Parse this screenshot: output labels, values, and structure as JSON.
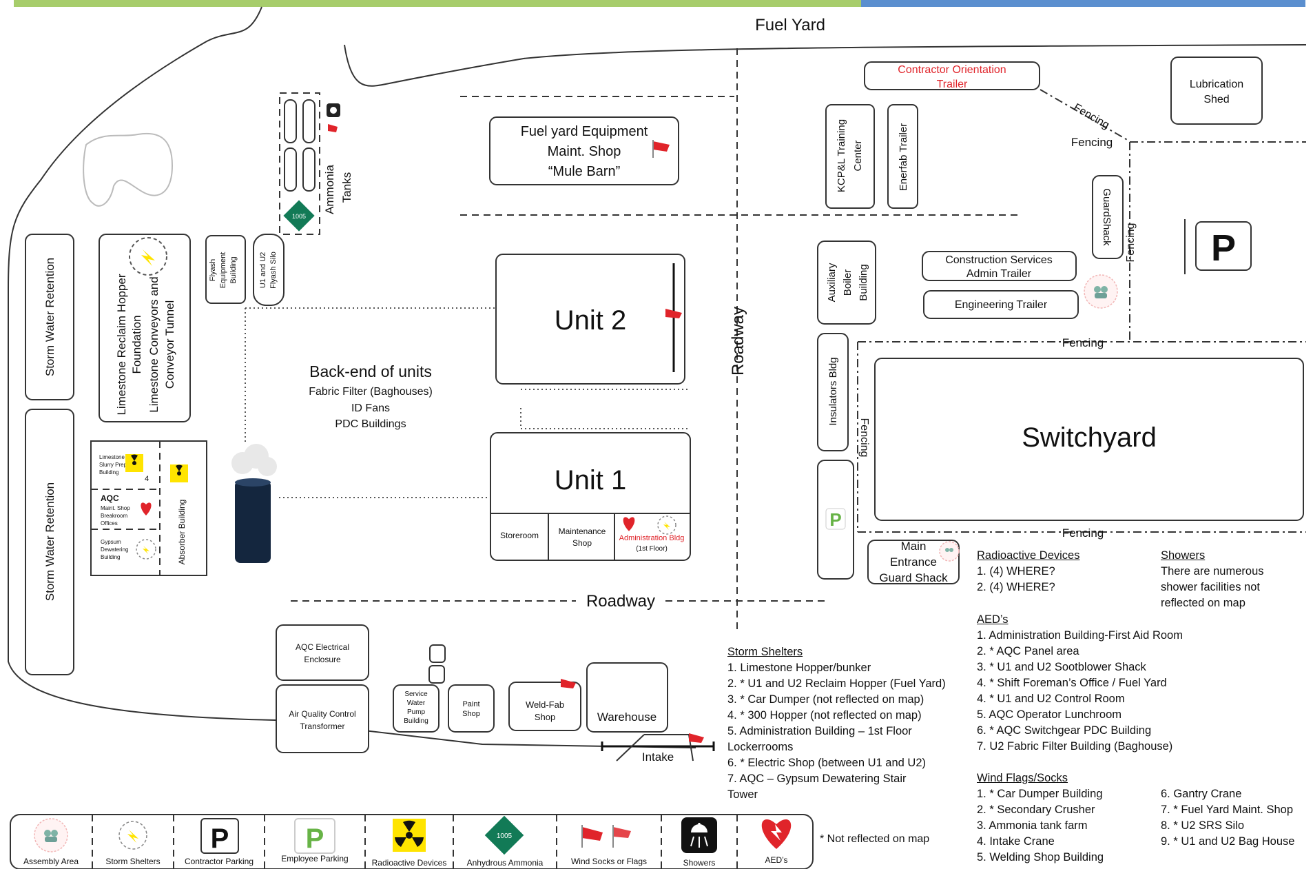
{
  "colors": {
    "top_bar_green": "#a7cd6b",
    "top_bar_blue": "#5b8fcf",
    "red_text": "#e0242a",
    "silo_dark": "#14263e",
    "radioactive_yellow": "#ffe400",
    "ammonia_green": "#127a56",
    "aed_red": "#e0242a"
  },
  "map": {
    "fuel_yard": "Fuel Yard",
    "contractor_trailer": [
      "Contractor Orientation",
      "Trailer"
    ],
    "lubrication_shed": [
      "Lubrication",
      "Shed"
    ],
    "fencing": "Fencing",
    "fuel_yard_shop": [
      "Fuel yard Equipment",
      "Maint. Shop",
      "“Mule Barn”"
    ],
    "ammonia_tanks": [
      "Ammonia",
      "Tanks"
    ],
    "kcpl_training": [
      "KCP&L Training",
      "Center"
    ],
    "enerfab": "Enerfab Trailer",
    "guard_shack": "GuardShack",
    "storm_water_1": "Storm Water Retention",
    "storm_water_2": "Storm Water Retention",
    "limestone_reclaim": [
      "Limestone Reclaim Hopper",
      "Foundation",
      "Limestone Conveyors and",
      "Conveyor Tunnel"
    ],
    "flyash_equipment": [
      "Flyash",
      "Equipment",
      "Building"
    ],
    "flyash_silo": [
      "U1 and U2",
      "Flyash Silo"
    ],
    "unit2": "Unit 2",
    "unit1": "Unit 1",
    "roadway_v": "Roadway",
    "roadway_h": "Roadway",
    "aux_boiler": [
      "Auxiliary",
      "Boiler",
      "Building"
    ],
    "construction_services": [
      "Construction Services",
      "Admin Trailer"
    ],
    "engineering_trailer": "Engineering Trailer",
    "insulators": "Insulators Bldg",
    "switchyard": "Switchyard",
    "backend": [
      "Back-end of units",
      "Fabric Filter (Baghouses)",
      "ID Fans",
      "PDC Buildings"
    ],
    "limestone_slurry": [
      "Limestone",
      "Slurry Prep",
      "Building"
    ],
    "aqc": "AQC",
    "aqc_sub": [
      "Maint. Shop",
      "Breakroom",
      "Offices"
    ],
    "gypsum": [
      "Gypsum",
      "Dewatering",
      "Building"
    ],
    "absorber": "Absorber Building",
    "storeroom": "Storeroom",
    "maintenance_shop": [
      "Maintenance",
      "Shop"
    ],
    "admin_bldg": "Administration Bldg",
    "admin_floor": "(1st Floor)",
    "main_entrance": [
      "Main",
      "Entrance",
      "Guard Shack"
    ],
    "aqc_electrical": [
      "AQC Electrical",
      "Enclosure"
    ],
    "aqc_transformer": [
      "Air Quality Control",
      "Transformer"
    ],
    "service_water": [
      "Service",
      "Water",
      "Pump",
      "Building"
    ],
    "paint_shop": [
      "Paint",
      "Shop"
    ],
    "weld_shop": [
      "Weld-Fab",
      "Shop"
    ],
    "warehouse": "Warehouse",
    "intake": "Intake",
    "num4": "4",
    "num1005": "1005",
    "parking_letter": "P"
  },
  "legend": {
    "assembly": "Assembly Area",
    "storm": "Storm Shelters",
    "contractor_parking": "Contractor Parking",
    "employee_parking": "Employee Parking",
    "radioactive": "Radioactive Devices",
    "ammonia": "Anhydrous Ammonia",
    "windsocks": "Wind Socks or Flags",
    "showers": "Showers",
    "aeds": "AED’s",
    "not_reflected": "* Not reflected on map"
  },
  "storm_shelters": {
    "title": "Storm Shelters",
    "items": [
      "1. Limestone Hopper/bunker",
      "2. * U1 and U2 Reclaim Hopper (Fuel Yard)",
      "3. * Car Dumper (not reflected on map)",
      "4. * 300 Hopper (not reflected on map)",
      "5. Administration Building – 1st Floor",
      "Lockerrooms",
      "6. * Electric Shop (between U1 and U2)",
      "7. AQC – Gypsum Dewatering Stair",
      "Tower"
    ]
  },
  "radioactive": {
    "title": "Radioactive Devices",
    "items": [
      "1. (4) WHERE?",
      "2. (4) WHERE?"
    ]
  },
  "showers": {
    "title": "Showers",
    "items": [
      "There are numerous",
      "shower facilities not",
      "reflected on map"
    ]
  },
  "aeds": {
    "title": "AED’s",
    "items": [
      "1. Administration Building-First Aid Room",
      "2. * AQC Panel area",
      "3. * U1 and U2 Sootblower Shack",
      "4. * Shift Foreman’s Office / Fuel Yard",
      "4. * U1 and U2 Control Room",
      "5.  AQC Operator Lunchroom",
      "6.  * AQC Switchgear PDC Building",
      "7. U2 Fabric Filter Building (Baghouse)"
    ]
  },
  "wind": {
    "title": "Wind Flags/Socks",
    "col1": [
      "1. * Car Dumper Building",
      "2. * Secondary Crusher",
      "3. Ammonia tank farm",
      "4. Intake Crane",
      "5. Welding Shop Building"
    ],
    "col2": [
      "6. Gantry Crane",
      "7. * Fuel Yard Maint. Shop",
      "8. * U2 SRS Silo",
      "9. * U1 and U2 Bag House"
    ]
  }
}
